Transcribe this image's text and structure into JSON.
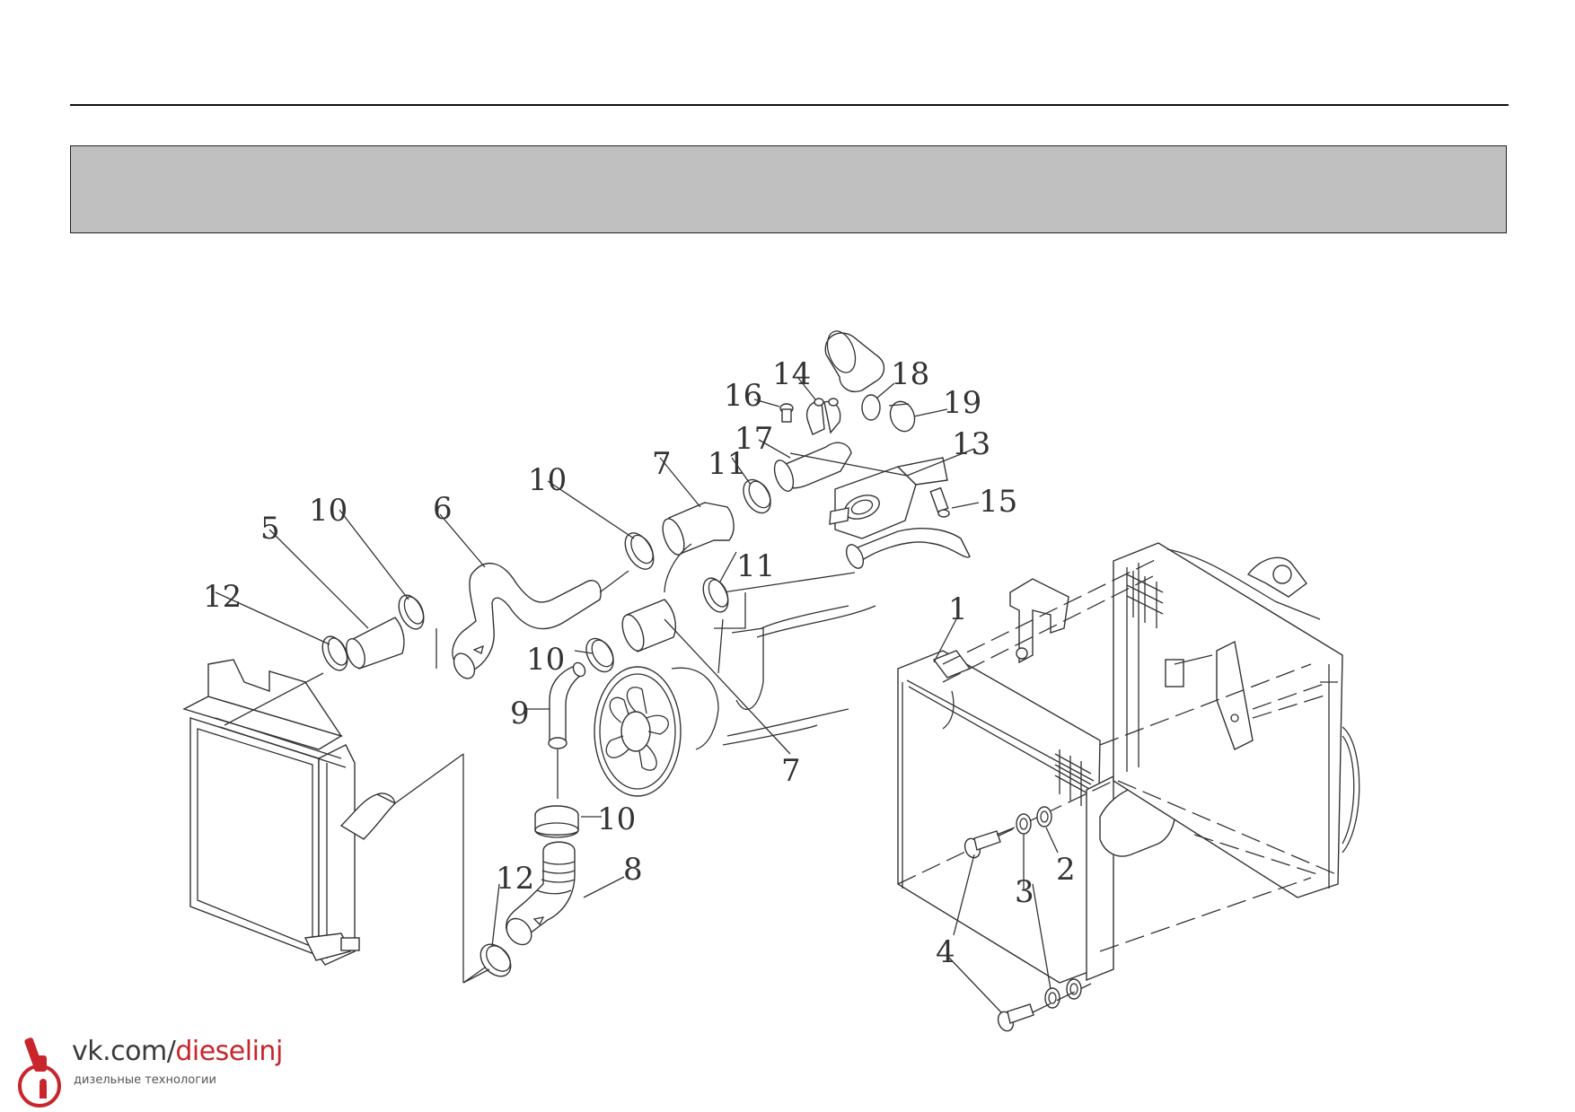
{
  "header": {
    "title": ""
  },
  "callouts": [
    {
      "id": "label-1",
      "text": "1"
    },
    {
      "id": "label-2",
      "text": "2"
    },
    {
      "id": "label-3",
      "text": "3"
    },
    {
      "id": "label-4",
      "text": "4"
    },
    {
      "id": "label-5",
      "text": "5"
    },
    {
      "id": "label-6",
      "text": "6"
    },
    {
      "id": "label-7a",
      "text": "7"
    },
    {
      "id": "label-7b",
      "text": "7"
    },
    {
      "id": "label-8",
      "text": "8"
    },
    {
      "id": "label-9",
      "text": "9"
    },
    {
      "id": "label-10a",
      "text": "10"
    },
    {
      "id": "label-10b",
      "text": "10"
    },
    {
      "id": "label-10c",
      "text": "10"
    },
    {
      "id": "label-10d",
      "text": "10"
    },
    {
      "id": "label-11a",
      "text": "11"
    },
    {
      "id": "label-11b",
      "text": "11"
    },
    {
      "id": "label-12a",
      "text": "12"
    },
    {
      "id": "label-12b",
      "text": "12"
    },
    {
      "id": "label-13",
      "text": "13"
    },
    {
      "id": "label-14",
      "text": "14"
    },
    {
      "id": "label-15",
      "text": "15"
    },
    {
      "id": "label-16",
      "text": "16"
    },
    {
      "id": "label-17",
      "text": "17"
    },
    {
      "id": "label-18",
      "text": "18"
    },
    {
      "id": "label-19",
      "text": "19"
    }
  ],
  "watermark": {
    "url_prefix": "vk.com/",
    "url_accent": "dieselinj",
    "subtitle": "дизельные технологии",
    "accent_color": "#c8262c"
  }
}
